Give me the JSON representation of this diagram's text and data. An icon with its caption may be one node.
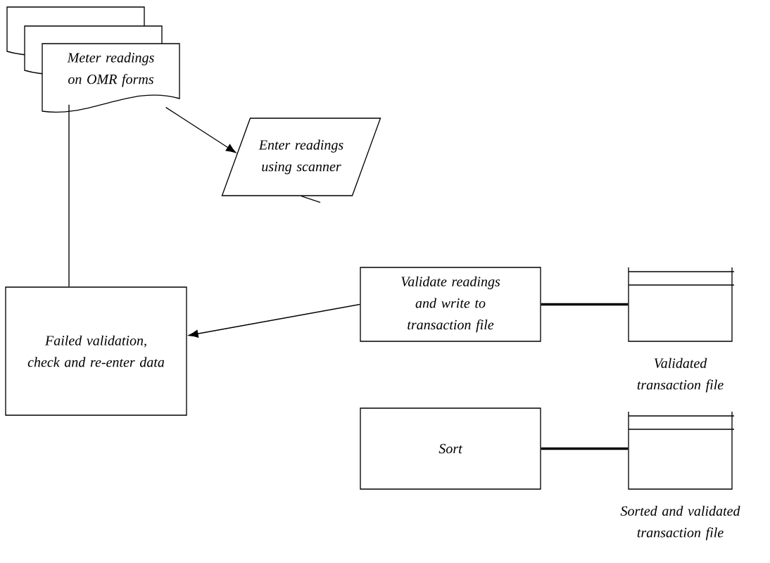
{
  "diagram": {
    "nodes": [
      {
        "text": [
          "Meter readings on OMR forms"
        ]
      },
      {
        "text": [
          "Enter readings using scanner"
        ]
      },
      {
        "text": [
          "Failed validation, check and re-enter data"
        ]
      },
      {
        "text": [
          "Validate readings and write to transaction file"
        ]
      },
      {
        "text": [],
        "shape": "file",
        "beside": [
          "Validated transaction file"
        ]
      },
      {
        "text": [
          "Sort"
        ]
      },
      {
        "text": [],
        "shape": "file",
        "beside": [
          "Sorted and validated transaction file"
        ]
      }
    ],
    "edges": [
      {
        "from": 0,
        "to": 2,
        "arrow": "none"
      },
      {
        "from": 0,
        "to": 1,
        "arrow": "to"
      },
      {
        "from": 1,
        "to": null,
        "arrow": "none"
      },
      {
        "from": 3,
        "to": 2,
        "arrow": "to"
      },
      {
        "from": 3,
        "to": 4,
        "arrow": "none",
        "style": "thick"
      },
      {
        "from": 5,
        "to": 6,
        "arrow": "none",
        "style": "thick"
      }
    ]
  }
}
